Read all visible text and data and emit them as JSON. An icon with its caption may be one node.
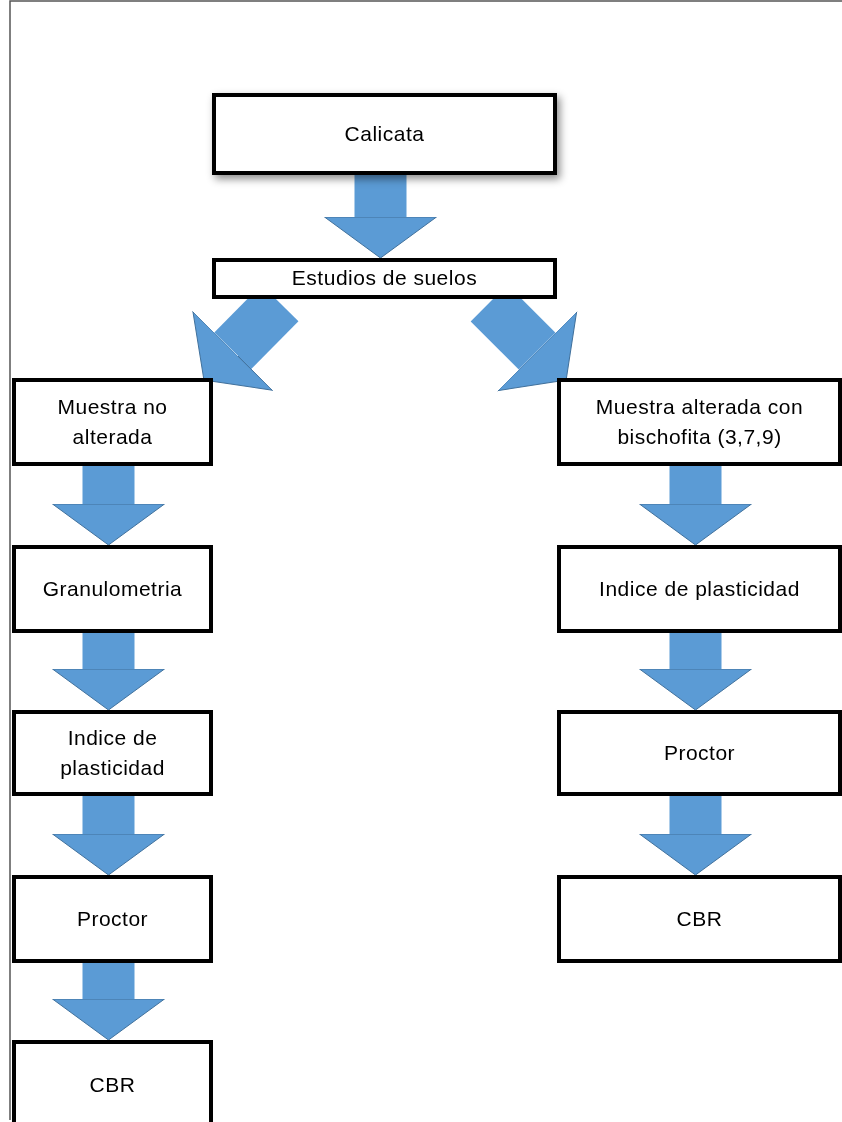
{
  "diagram": {
    "nodes": [
      {
        "text": [
          "Calicata"
        ]
      },
      {
        "text": [
          "Estudios de suelos"
        ]
      },
      {
        "text": [
          "Muestra no alterada"
        ]
      },
      {
        "text": [
          "Muestra alterada con bischofita (3,7,9)"
        ]
      },
      {
        "text": [
          "Granulometria"
        ]
      },
      {
        "text": [
          "Indice de plasticidad"
        ]
      },
      {
        "text": [
          "Indice de plasticidad"
        ]
      },
      {
        "text": [
          "Proctor"
        ]
      },
      {
        "text": [
          "Proctor"
        ]
      },
      {
        "text": [
          "CBR"
        ]
      },
      {
        "text": [
          "CBR"
        ]
      }
    ],
    "edges": [
      {
        "from": 0,
        "to": 1,
        "arrow": "to"
      },
      {
        "from": 1,
        "to": 2,
        "arrow": "to"
      },
      {
        "from": 1,
        "to": 3,
        "arrow": "to"
      },
      {
        "from": 2,
        "to": 4,
        "arrow": "to"
      },
      {
        "from": 4,
        "to": 6,
        "arrow": "to"
      },
      {
        "from": 6,
        "to": 8,
        "arrow": "to"
      },
      {
        "from": 8,
        "to": 10,
        "arrow": "to"
      },
      {
        "from": 3,
        "to": 5,
        "arrow": "to"
      },
      {
        "from": 5,
        "to": 7,
        "arrow": "to"
      },
      {
        "from": 7,
        "to": 9,
        "arrow": "to"
      }
    ]
  }
}
